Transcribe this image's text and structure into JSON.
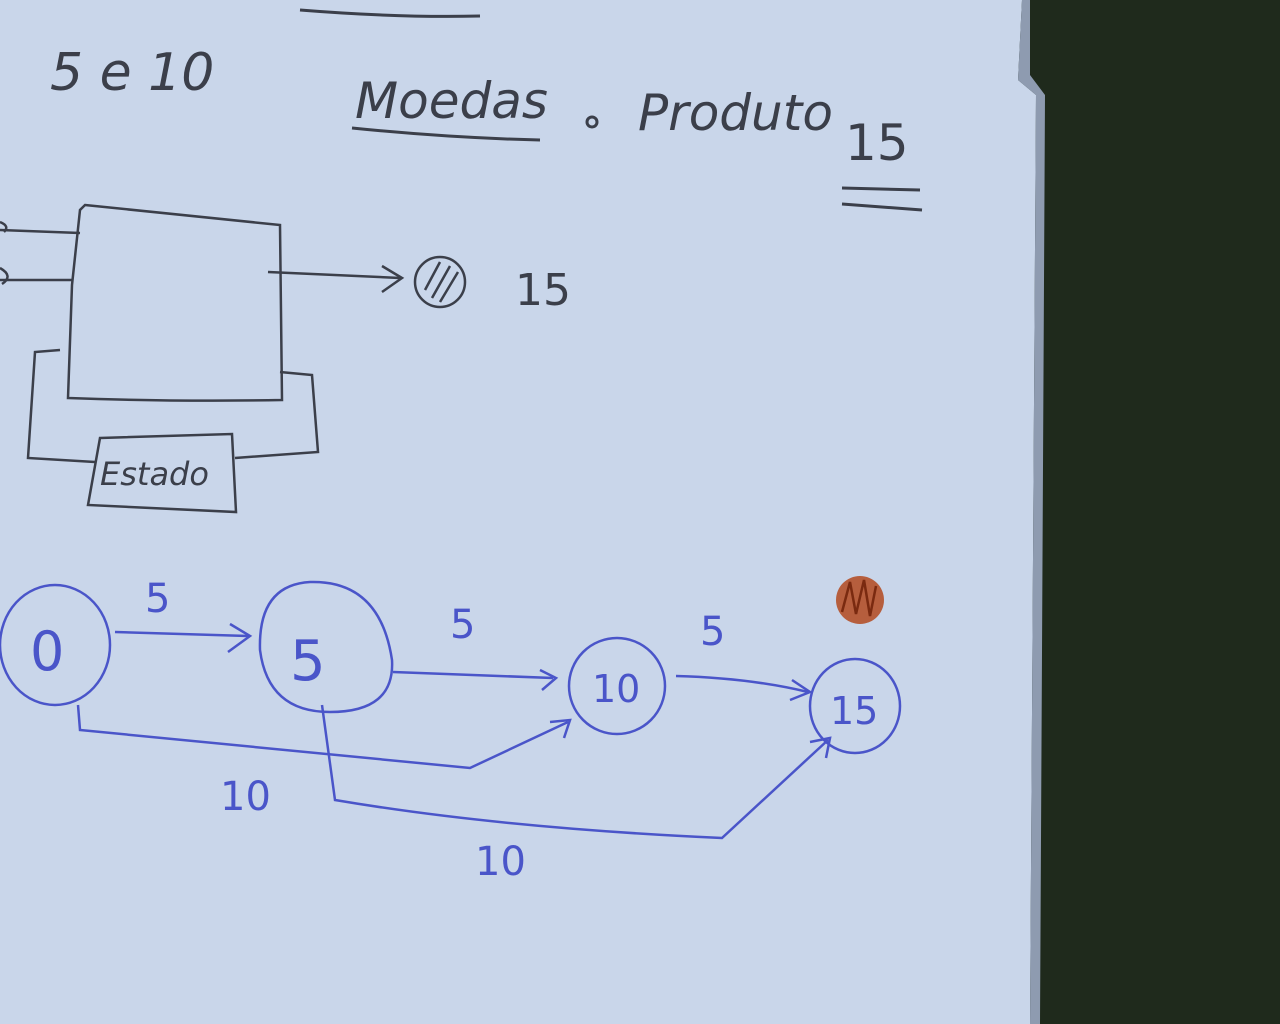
{
  "colors": {
    "table": "#1f2a1c",
    "paper": "#c9d6ea",
    "pencil": "#3b3f4a",
    "blue_pen": "#4a55c9",
    "red_pen": "#b3491f"
  },
  "header": {
    "coins": "5 e 10",
    "moedas": "Moedas",
    "produto": "Produto",
    "price": "15"
  },
  "block_diagram": {
    "output_value": "15",
    "state_label": "Estado"
  },
  "state_graph": {
    "states": [
      "0",
      "5",
      "10",
      "15"
    ],
    "edge_labels": {
      "s0_s5": "5",
      "s5_s10": "5",
      "s10_s15": "5",
      "s0_s10": "10",
      "s5_s15": "10"
    }
  }
}
